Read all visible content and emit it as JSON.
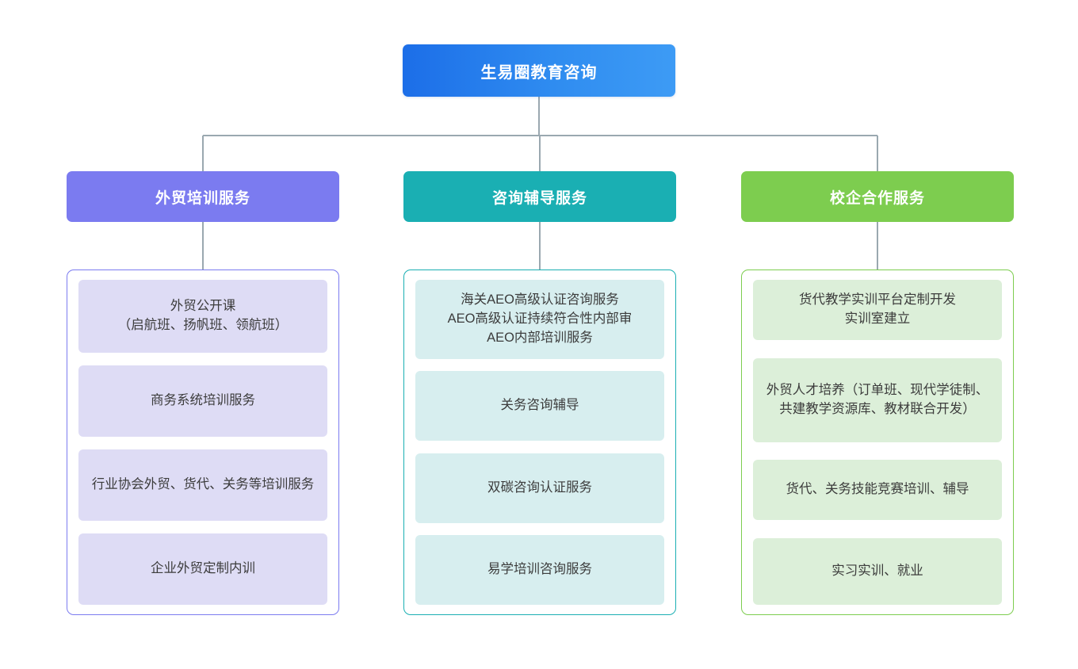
{
  "diagram": {
    "type": "organizational-chart",
    "orientation": "top-down",
    "levels": 3,
    "connector_color": "#9aa8b0",
    "background_color": "#ffffff"
  },
  "root": {
    "label": "生易圈教育咨询",
    "gradient_from": "#1c6ee8",
    "gradient_to": "#3d9bf5",
    "text_color": "#ffffff"
  },
  "columns": [
    {
      "id": "foreign-trade-training",
      "header": "外贸培训服务",
      "accent": "#7b7bf0",
      "card_bg": "#dedcf5",
      "items": [
        {
          "text": "外贸公开课\n（启航班、扬帆班、领航班）"
        },
        {
          "text": "商务系统培训服务"
        },
        {
          "text": "行业协会外贸、货代、关务等培训服务"
        },
        {
          "text": "企业外贸定制内训"
        }
      ]
    },
    {
      "id": "consulting-coaching",
      "header": "咨询辅导服务",
      "accent": "#1aafb3",
      "card_bg": "#d7eeef",
      "items": [
        {
          "text": "海关AEO高级认证咨询服务\nAEO高级认证持续符合性内部审\nAEO内部培训服务"
        },
        {
          "text": "关务咨询辅导"
        },
        {
          "text": "双碳咨询认证服务"
        },
        {
          "text": "易学培训咨询服务"
        }
      ]
    },
    {
      "id": "school-enterprise-cooperation",
      "header": "校企合作服务",
      "accent": "#7dcd4f",
      "card_bg": "#dcefd9",
      "items": [
        {
          "text": "货代教学实训平台定制开发\n实训室建立"
        },
        {
          "text": "外贸人才培养（订单班、现代学徒制、共建教学资源库、教材联合开发）"
        },
        {
          "text": "货代、关务技能竞赛培训、辅导"
        },
        {
          "text": "实习实训、就业"
        }
      ]
    }
  ]
}
